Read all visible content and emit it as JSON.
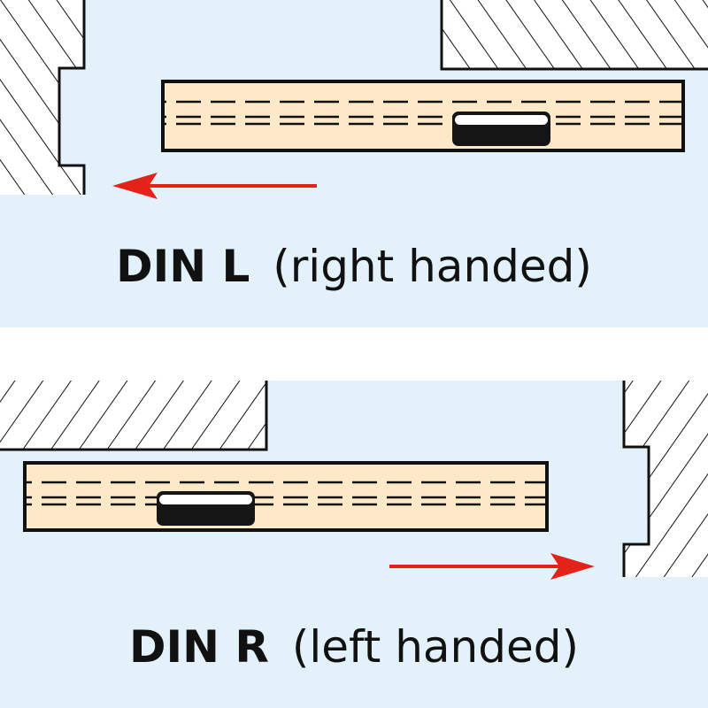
{
  "colors": {
    "panel_background": "#e3f2fa",
    "separator": "#ffffff",
    "door_leaf": "#fde8c8",
    "outline": "#111111",
    "arrow": "#e32219",
    "hatch_fill": "#ffffff"
  },
  "panels": [
    {
      "id": "din-l",
      "title_bold": "DIN L",
      "title_rest": "(right handed)",
      "arrow_direction": "left",
      "lock_side": "right",
      "icons": [
        "wall-hatch",
        "door-leaf",
        "lock-latch",
        "arrow-left"
      ]
    },
    {
      "id": "din-r",
      "title_bold": "DIN R",
      "title_rest": "(left handed)",
      "arrow_direction": "right",
      "lock_side": "left",
      "icons": [
        "wall-hatch",
        "door-leaf",
        "lock-latch",
        "arrow-right"
      ]
    }
  ]
}
